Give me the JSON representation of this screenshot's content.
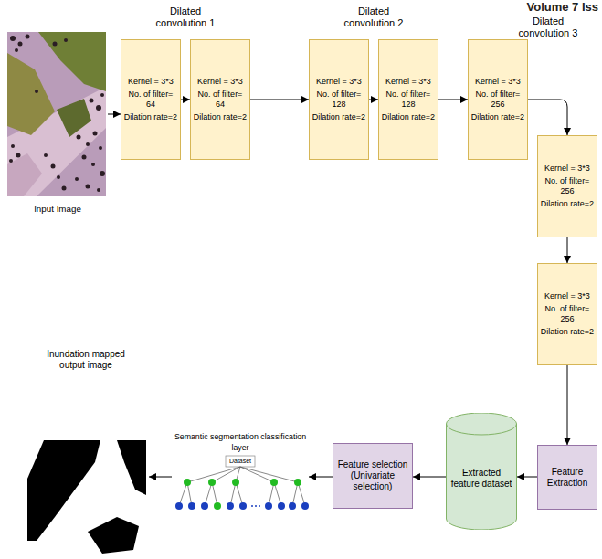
{
  "diagram": {
    "nodes": [
      {
        "text": [
          "Input Image"
        ]
      },
      {
        "text": [
          "Kernel = 3*3",
          "No. of filter= 64",
          "Dilation rate=2"
        ]
      },
      {
        "text": [
          "Kernel = 3*3",
          "No. of filter= 64",
          "Dilation rate=2"
        ]
      },
      {
        "text": [
          "Kernel = 3*3",
          "No. of filter= 128",
          "Dilation rate=2"
        ]
      },
      {
        "text": [
          "Kernel = 3*3",
          "No. of filter= 128",
          "Dilation rate=2"
        ]
      },
      {
        "text": [
          "Kernel = 3*3",
          "No. of filter= 256",
          "Dilation rate=2"
        ]
      },
      {
        "text": [
          "Kernel = 3*3",
          "No. of filter= 256",
          "Dilation rate=2"
        ]
      },
      {
        "text": [
          "Kernel = 3*3",
          "No. of filter= 256",
          "Dilation rate=2"
        ]
      },
      {
        "text": [
          "Feature Extraction"
        ]
      },
      {
        "text": [
          "Extracted feature dataset"
        ]
      },
      {
        "text": [
          "Feature selection (Univariate selection)"
        ]
      },
      {
        "text": [
          "Semantic segmentation classification layer",
          "Dataset"
        ]
      },
      {
        "text": [
          "Inundation mapped output image"
        ]
      }
    ],
    "edges": [
      {
        "from": 0,
        "to": 1,
        "arrow": "to"
      },
      {
        "from": 1,
        "to": 2,
        "arrow": "to"
      },
      {
        "from": 2,
        "to": 3,
        "arrow": "to"
      },
      {
        "from": 3,
        "to": 4,
        "arrow": "to"
      },
      {
        "from": 4,
        "to": 5,
        "arrow": "to"
      },
      {
        "from": 5,
        "to": 6,
        "arrow": "to"
      },
      {
        "from": 6,
        "to": 7,
        "arrow": "to"
      },
      {
        "from": 7,
        "to": 8,
        "arrow": "to"
      },
      {
        "from": 8,
        "to": 9,
        "arrow": "to"
      },
      {
        "from": 9,
        "to": 10,
        "arrow": "to"
      },
      {
        "from": 10,
        "to": 11,
        "arrow": "to"
      },
      {
        "from": 11,
        "to": 12,
        "arrow": "to"
      }
    ],
    "labels": [
      "Volume 7 Iss",
      "Dilated convolution 1",
      "Dilated convolution 2",
      "Dilated convolution 3"
    ]
  }
}
